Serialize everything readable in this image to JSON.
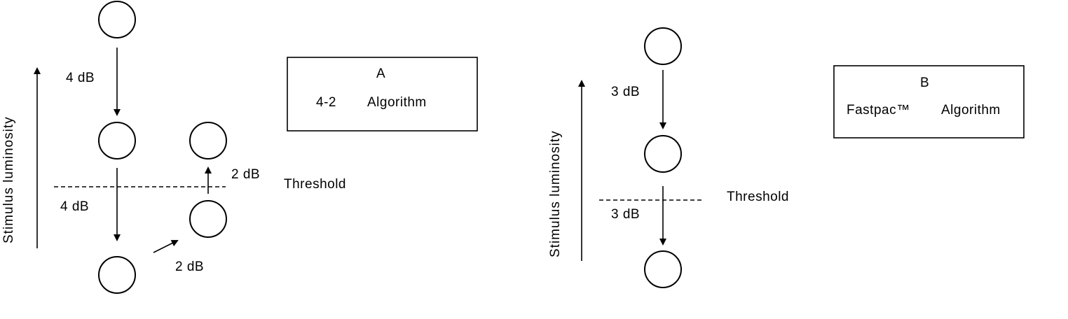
{
  "panel_a": {
    "axis_label": "Stimulus luminosity",
    "step_down_1": "4 dB",
    "step_down_2": "4 dB",
    "step_up_1": "2 dB",
    "step_up_2": "2 dB",
    "threshold_label": "Threshold",
    "box_letter": "A",
    "box_title_num": "4-2",
    "box_title": "Algorithm"
  },
  "panel_b": {
    "axis_label": "Stimulus luminosity",
    "step_down_1": "3 dB",
    "step_down_2": "3 dB",
    "threshold_label": "Threshold",
    "box_letter": "B",
    "box_title_name": "Fastpac™",
    "box_title": "Algorithm"
  }
}
